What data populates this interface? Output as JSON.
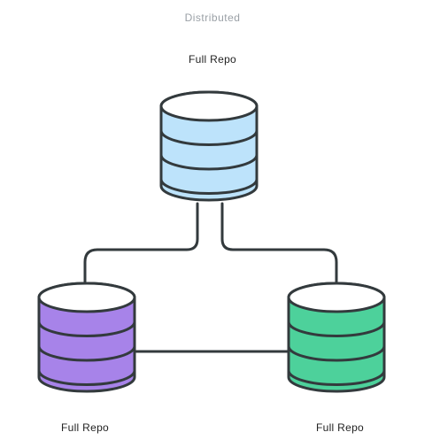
{
  "title": "Distributed",
  "colors": {
    "title": "#9aa0a6",
    "label": "#222222",
    "stroke": "#333a3d",
    "background": "#ffffff"
  },
  "repos": [
    {
      "label": "Full Repo",
      "color": "#bde3fb",
      "icon": "database-icon"
    },
    {
      "label": "Full Repo",
      "color": "#a783e9",
      "icon": "database-icon"
    },
    {
      "label": "Full Repo",
      "color": "#4dd19b",
      "icon": "database-icon"
    }
  ]
}
